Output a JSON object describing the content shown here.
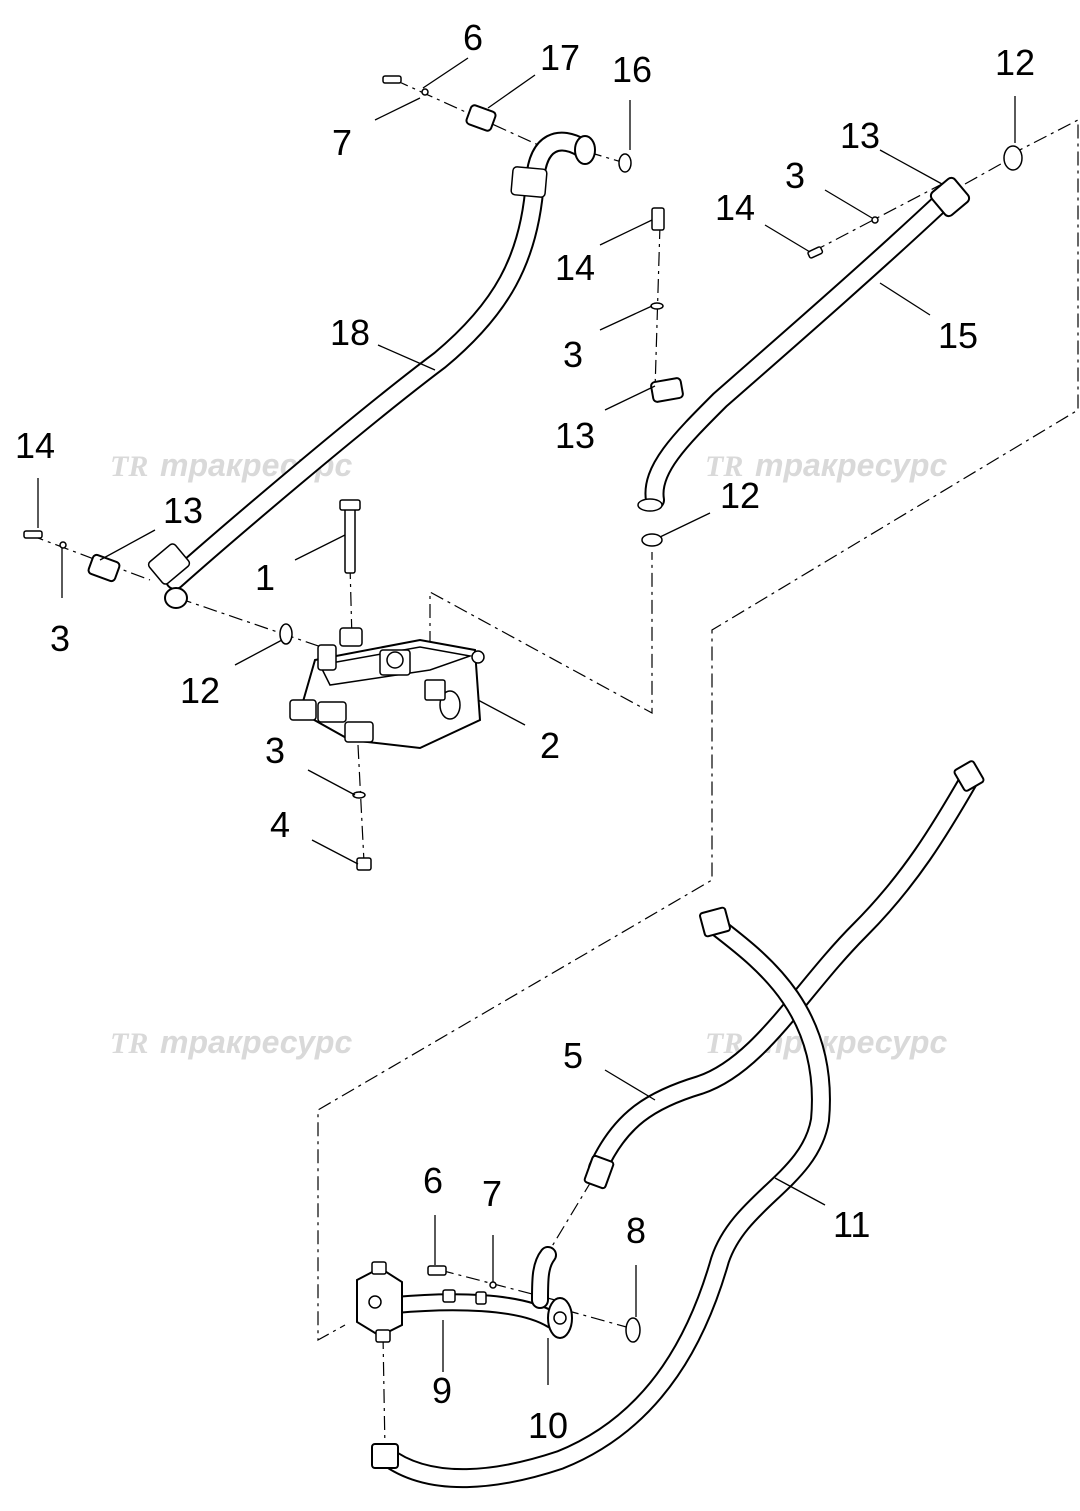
{
  "watermark": {
    "logo": "TR",
    "text": "тракресурс",
    "color": "#d9d9d9"
  },
  "callouts": [
    {
      "id": "c-6-top",
      "label": "6"
    },
    {
      "id": "c-17",
      "label": "17"
    },
    {
      "id": "c-16",
      "label": "16"
    },
    {
      "id": "c-7-top",
      "label": "7"
    },
    {
      "id": "c-12-topright",
      "label": "12"
    },
    {
      "id": "c-13-topright",
      "label": "13"
    },
    {
      "id": "c-3-topright",
      "label": "3"
    },
    {
      "id": "c-14-topright",
      "label": "14"
    },
    {
      "id": "c-14-mid",
      "label": "14"
    },
    {
      "id": "c-15",
      "label": "15"
    },
    {
      "id": "c-18",
      "label": "18"
    },
    {
      "id": "c-3-mid",
      "label": "3"
    },
    {
      "id": "c-13-mid",
      "label": "13"
    },
    {
      "id": "c-14-left",
      "label": "14"
    },
    {
      "id": "c-13-left",
      "label": "13"
    },
    {
      "id": "c-12-right",
      "label": "12"
    },
    {
      "id": "c-1",
      "label": "1"
    },
    {
      "id": "c-3-left",
      "label": "3"
    },
    {
      "id": "c-12-left",
      "label": "12"
    },
    {
      "id": "c-2",
      "label": "2"
    },
    {
      "id": "c-3-valve",
      "label": "3"
    },
    {
      "id": "c-4",
      "label": "4"
    },
    {
      "id": "c-5",
      "label": "5"
    },
    {
      "id": "c-11",
      "label": "11"
    },
    {
      "id": "c-6-bottom",
      "label": "6"
    },
    {
      "id": "c-7-bottom",
      "label": "7"
    },
    {
      "id": "c-8",
      "label": "8"
    },
    {
      "id": "c-9",
      "label": "9"
    },
    {
      "id": "c-10",
      "label": "10"
    }
  ]
}
